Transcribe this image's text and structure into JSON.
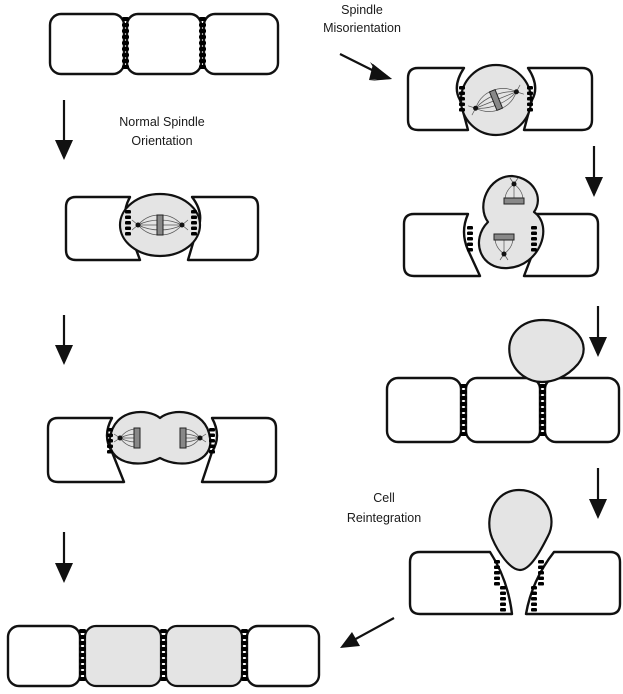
{
  "labels": {
    "normal_line1": "Normal Spindle",
    "normal_line2": "Orientation",
    "mis_line1": "Spindle",
    "mis_line2": "Misorientation",
    "reint_line1": "Cell",
    "reint_line2": "Reintegration"
  },
  "colors": {
    "outline": "#111111",
    "dividing_cell_fill": "#e4e4e4",
    "chromosome_fill": "#888888",
    "junction_stroke": "#555555"
  }
}
